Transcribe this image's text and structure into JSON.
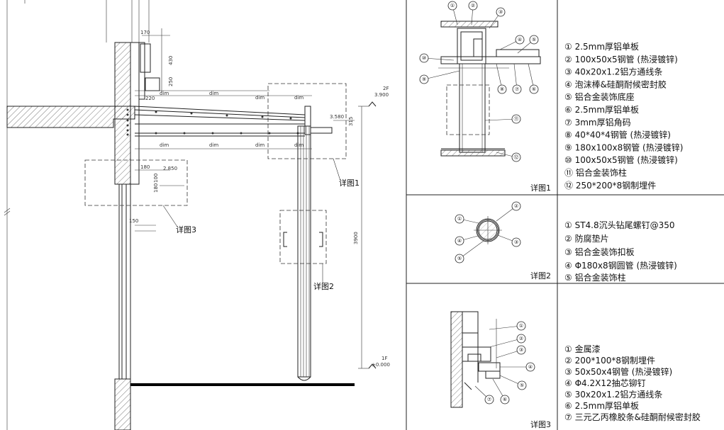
{
  "main": {
    "level_2f": "2F",
    "level_2f_value": "3.900",
    "level_1f": "1F",
    "level_1f_value": "±0.000",
    "height_total": "3900",
    "callout_1": "详图1",
    "callout_2": "详图2",
    "callout_3": "详图3",
    "dims": {
      "d170": "170",
      "d430": "430",
      "d250": "250",
      "d220": "220",
      "d180": "180",
      "d100": "100",
      "d150": "150",
      "d3580": "3.580",
      "d2850": "2.850",
      "d315": "315",
      "dim": "dim"
    }
  },
  "detail1": {
    "title": "详图1",
    "numbers": [
      "①",
      "②",
      "③",
      "④",
      "⑤",
      "⑥",
      "⑦",
      "⑧",
      "⑨",
      "⑩",
      "⑪",
      "⑫"
    ],
    "items": [
      "① 2.5mm厚铝单板",
      "② 100x50x5钢管 (热浸镀锌)",
      "③ 40x20x1.2铝方通线条",
      "④ 泡沫棒&硅酮耐候密封胶",
      "⑤ 铝合金装饰底座",
      "⑥ 2.5mm厚铝单板",
      "⑦ 3mm厚铝角码",
      "⑧ 40*40*4钢管 (热浸镀锌)",
      "⑨ 180x100x8钢管 (热浸镀锌)",
      "⑩ 100x50x5钢管 (热浸镀锌)",
      "⑪ 铝合金装饰柱",
      "⑫ 250*200*8钢制埋件"
    ]
  },
  "detail2": {
    "title": "详图2",
    "numbers": [
      "①",
      "②",
      "③",
      "④",
      "⑤"
    ],
    "items": [
      "① ST4.8沉头钻尾螺钉@350",
      "② 防腐垫片",
      "③ 铝合金装饰扣板",
      "④ Φ180x8钢圆管 (热浸镀锌)",
      "⑤ 铝合金装饰柱"
    ]
  },
  "detail3": {
    "title": "详图3",
    "numbers": [
      "①",
      "②",
      "③",
      "④",
      "⑤",
      "⑥",
      "⑦"
    ],
    "items": [
      "① 金属漆",
      "② 200*100*8钢制埋件",
      "③ 50x50x4钢管 (热浸镀锌)",
      "④ Φ4.2X12抽芯铆钉",
      "⑤ 30x20x1.2铝方通线条",
      "⑥ 2.5mm厚铝单板",
      "⑦ 三元乙丙橡胶条&硅酮耐候密封胶"
    ]
  }
}
